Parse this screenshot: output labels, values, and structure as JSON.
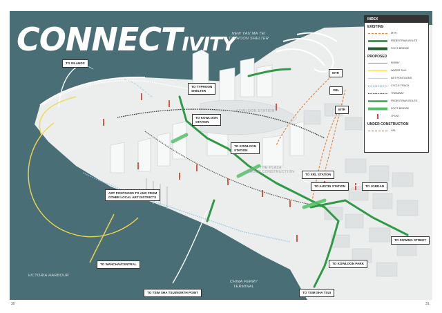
{
  "title": {
    "main": "CONNECT",
    "suffix": "IVITY"
  },
  "sea_labels": {
    "typhoon": "NEW YAU MA TEI\nTYPHOON SHELTER",
    "harbour": "VICTORIA HARBOUR",
    "ferry": "CHINA FERRY\nTERMINAL"
  },
  "map_labels": {
    "kowloon_station": "KOWLOON STATION",
    "plaza": "THE PLAZA\nUNDER CONSTRUCTION"
  },
  "callouts": [
    {
      "id": "to-islands",
      "text": "TO ISLANDS"
    },
    {
      "id": "to-typhoon-shelter",
      "text": "TO TYPHOON\nSHELTER"
    },
    {
      "id": "to-kowloon-station-1",
      "text": "TO KOWLOON\nSTATION"
    },
    {
      "id": "to-kowloon-station-2",
      "text": "TO KOWLOON\nSTATION"
    },
    {
      "id": "to-xrl",
      "text": "TO XRL STATION"
    },
    {
      "id": "to-austin",
      "text": "TO AUSTIN STATION"
    },
    {
      "id": "to-jordan",
      "text": "TO JORDAN"
    },
    {
      "id": "art-pontoons",
      "text": "ART PONTOONS TO AND FROM\nOTHER LOCAL ART DISTRICTS"
    },
    {
      "id": "to-sowing",
      "text": "TO SOWING STREET"
    },
    {
      "id": "to-wanchai",
      "text": "TO WANCHAI/CENTRAL"
    },
    {
      "id": "to-kowloon-park",
      "text": "TO KOWLOON PARK"
    },
    {
      "id": "to-tsim-sha-tsui",
      "text": "TO TSIM SHA TSUI"
    },
    {
      "id": "to-north-point",
      "text": "TO TSIM SHA TSUI/NORTH POINT"
    },
    {
      "id": "mtr",
      "text": "MTR"
    },
    {
      "id": "xrl",
      "text": "XRL"
    },
    {
      "id": "mtr2",
      "text": "MTR"
    }
  ],
  "legend": {
    "header": "INDEX",
    "existing": "EXISTING",
    "proposed": "PROPOSED",
    "under_construction": "UNDER CONSTRUCTION",
    "items_existing": [
      {
        "label": "MTR",
        "color": "#e8833a",
        "style": "dash"
      },
      {
        "label": "PEDESTRIAN ROUTE",
        "color": "#2f7a3c",
        "style": "solid"
      },
      {
        "label": "FOOT-BRIDGE",
        "color": "#1d5e2a",
        "style": "thick"
      }
    ],
    "items_proposed": [
      {
        "label": "FERRY",
        "color": "#ffffff",
        "style": "thin"
      },
      {
        "label": "WATER TAXI",
        "color": "#f0d84a",
        "style": "thin"
      },
      {
        "label": "ART PONTOONS",
        "color": "#b7d7e4",
        "style": "thin"
      },
      {
        "label": "CYCLE TRACK",
        "color": "#2f6f9e",
        "style": "dot"
      },
      {
        "label": "TRAMWAY",
        "color": "#333333",
        "style": "dot"
      },
      {
        "label": "PEDESTRIAN ROUTE",
        "color": "#3fa24b",
        "style": "grad"
      },
      {
        "label": "FOOT-BRIDGE",
        "color": "#56c067",
        "style": "thick"
      },
      {
        "label": "i-POST",
        "color": "#d9432b",
        "style": "post"
      }
    ],
    "items_under_construction": [
      {
        "label": "XRL",
        "color": "#e8833a",
        "style": "dash"
      }
    ]
  },
  "page_numbers": {
    "left": "30",
    "right": "31"
  }
}
